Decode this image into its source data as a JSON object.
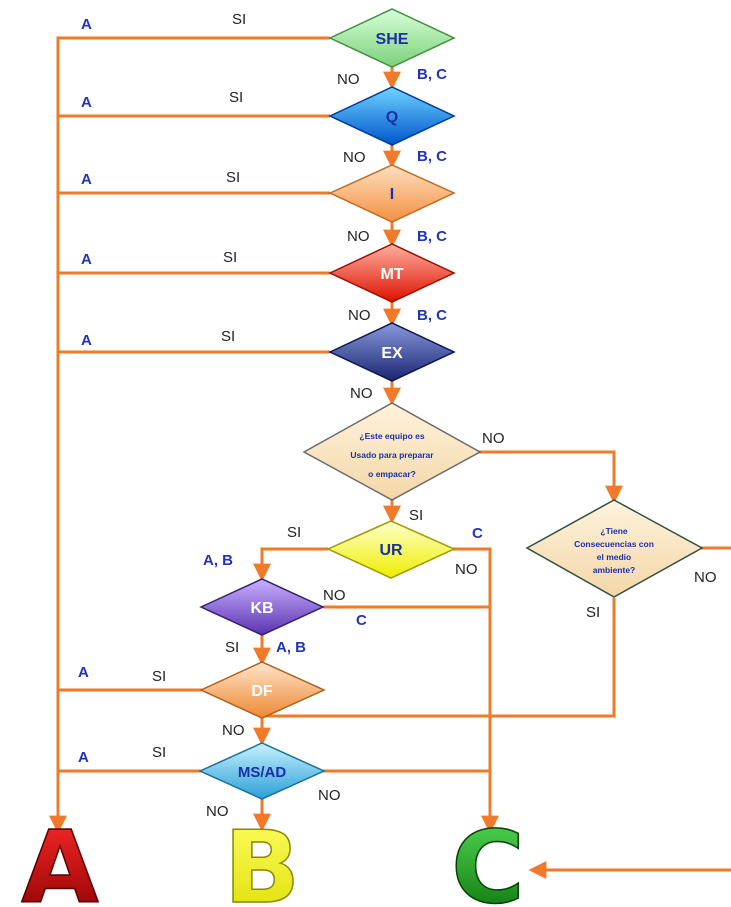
{
  "yes_label": "SI",
  "no_label": "NO",
  "nodes": {
    "she": "SHE",
    "q": "Q",
    "i": "I",
    "mt": "MT",
    "ex": "EX",
    "question1": [
      "¿Este equipo es",
      "Usado para preparar",
      "o empacar?"
    ],
    "ur": "UR",
    "question2": [
      "¿Tiene",
      "Consecuencias con",
      "el medio",
      "ambiente?"
    ],
    "kb": "KB",
    "df": "DF",
    "msad": "MS/AD"
  },
  "codes": {
    "a": "A",
    "bc": "B, C",
    "ab": "A, B",
    "c": "C"
  },
  "outcomes": {
    "a": "A",
    "b": "B",
    "c": "C"
  },
  "colors": {
    "line": "#f07a2a",
    "she": "#8fe08f",
    "q": "#1e90ff",
    "i": "#ffb070",
    "mt": "#ff4433",
    "ex": "#3a4aa0",
    "question": "#fbe0b5",
    "ur": "#ffff55",
    "kb": "#8866dd",
    "df": "#ffb070",
    "msad": "#66ccee",
    "outcome_a": "#dd0000",
    "outcome_b": "#ffff33",
    "outcome_c": "#22aa22"
  }
}
